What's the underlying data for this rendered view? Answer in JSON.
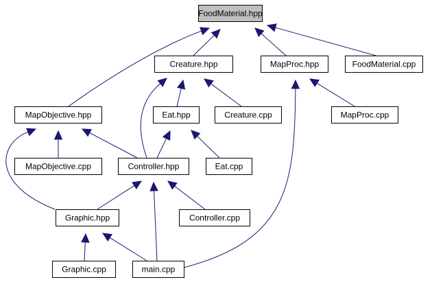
{
  "diagram": {
    "type": "include-dependency-graph",
    "colors": {
      "root_fill": "#bfbfbf",
      "node_fill": "#ffffff",
      "node_border": "#000000",
      "edge": "#191970"
    },
    "nodes": [
      {
        "id": "FoodMaterial_hpp",
        "label": "FoodMaterial.hpp",
        "root": true
      },
      {
        "id": "Creature_hpp",
        "label": "Creature.hpp"
      },
      {
        "id": "MapProc_hpp",
        "label": "MapProc.hpp"
      },
      {
        "id": "FoodMaterial_cpp",
        "label": "FoodMaterial.cpp"
      },
      {
        "id": "MapObjective_hpp",
        "label": "MapObjective.hpp"
      },
      {
        "id": "Eat_hpp",
        "label": "Eat.hpp"
      },
      {
        "id": "Creature_cpp",
        "label": "Creature.cpp"
      },
      {
        "id": "MapProc_cpp",
        "label": "MapProc.cpp"
      },
      {
        "id": "MapObjective_cpp",
        "label": "MapObjective.cpp"
      },
      {
        "id": "Controller_hpp",
        "label": "Controller.hpp"
      },
      {
        "id": "Eat_cpp",
        "label": "Eat.cpp"
      },
      {
        "id": "Graphic_hpp",
        "label": "Graphic.hpp"
      },
      {
        "id": "Controller_cpp",
        "label": "Controller.cpp"
      },
      {
        "id": "Graphic_cpp",
        "label": "Graphic.cpp"
      },
      {
        "id": "main_cpp",
        "label": "main.cpp"
      }
    ],
    "edges": [
      {
        "from": "Creature_hpp",
        "to": "FoodMaterial_hpp"
      },
      {
        "from": "MapProc_hpp",
        "to": "FoodMaterial_hpp"
      },
      {
        "from": "FoodMaterial_cpp",
        "to": "FoodMaterial_hpp"
      },
      {
        "from": "MapObjective_hpp",
        "to": "FoodMaterial_hpp"
      },
      {
        "from": "Eat_hpp",
        "to": "Creature_hpp"
      },
      {
        "from": "Creature_cpp",
        "to": "Creature_hpp"
      },
      {
        "from": "Controller_hpp",
        "to": "Creature_hpp"
      },
      {
        "from": "MapProc_cpp",
        "to": "MapProc_hpp"
      },
      {
        "from": "main_cpp",
        "to": "MapProc_hpp"
      },
      {
        "from": "MapObjective_cpp",
        "to": "MapObjective_hpp"
      },
      {
        "from": "Controller_hpp",
        "to": "MapObjective_hpp"
      },
      {
        "from": "Graphic_hpp",
        "to": "MapObjective_hpp"
      },
      {
        "from": "Controller_hpp",
        "to": "Eat_hpp"
      },
      {
        "from": "Eat_cpp",
        "to": "Eat_hpp"
      },
      {
        "from": "Graphic_hpp",
        "to": "Controller_hpp"
      },
      {
        "from": "main_cpp",
        "to": "Controller_hpp"
      },
      {
        "from": "Controller_cpp",
        "to": "Controller_hpp"
      },
      {
        "from": "Graphic_cpp",
        "to": "Graphic_hpp"
      },
      {
        "from": "main_cpp",
        "to": "Graphic_hpp"
      }
    ]
  }
}
